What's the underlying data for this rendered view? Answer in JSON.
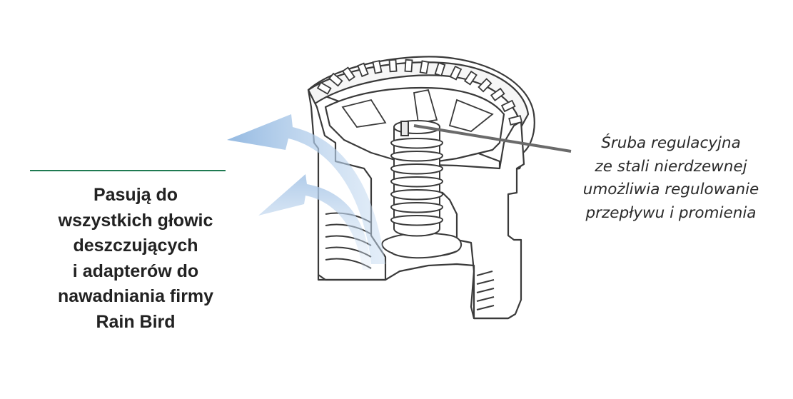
{
  "left_caption": {
    "lines": [
      "Pasują do",
      "wszystkich głowic",
      "deszczujących",
      "i adapterów do",
      "nawadniania firmy",
      "Rain Bird"
    ]
  },
  "right_caption": {
    "lines": [
      "Śruba regulacyjna",
      "ze stali nierdzewnej",
      "umożliwia regulowanie",
      "przepływu i promienia"
    ]
  },
  "colors": {
    "rule": "#1f7a52",
    "arrow": "#8fb6e0",
    "line_art": "#3a3a3a",
    "text": "#222222"
  },
  "icons": [
    "nozzle-cutaway-illustration",
    "water-flow-arrow"
  ]
}
